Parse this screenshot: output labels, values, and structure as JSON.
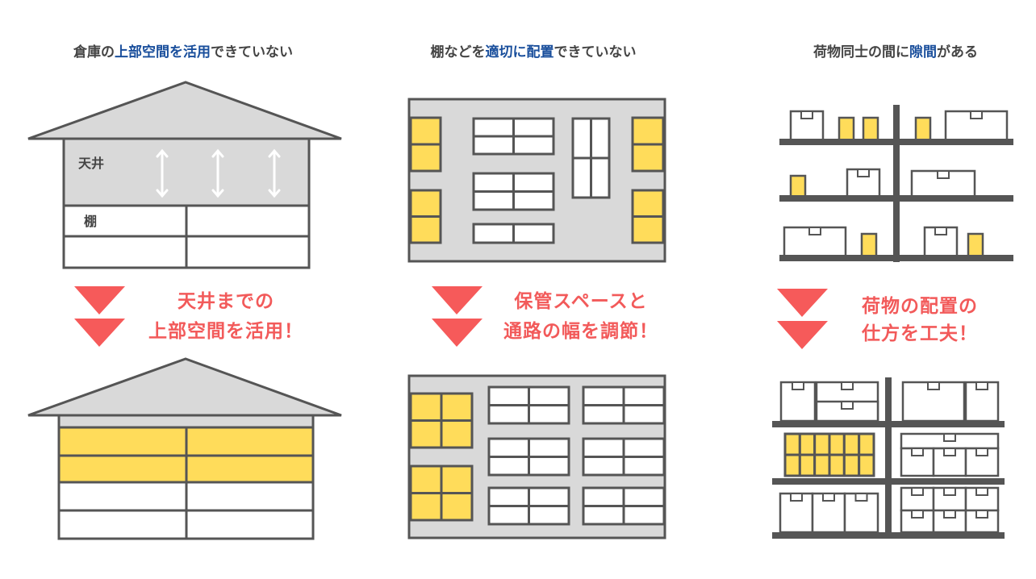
{
  "colors": {
    "dark": "#555555",
    "grey": "#d9d9d9",
    "yellow": "#ffdc5a",
    "red": "#f65a5a",
    "blue": "#1a4f9c"
  },
  "panels": [
    {
      "heading": [
        {
          "text": "倉庫の",
          "accent": false
        },
        {
          "text": "上部空間を活用",
          "accent": true
        },
        {
          "text": "できていない",
          "accent": false
        }
      ],
      "labels": {
        "ceiling": "天井",
        "shelf": "棚"
      },
      "solution": [
        "天井までの",
        "上部空間を活用！"
      ]
    },
    {
      "heading": [
        {
          "text": "棚などを",
          "accent": false
        },
        {
          "text": "適切に配置",
          "accent": true
        },
        {
          "text": "できていない",
          "accent": false
        }
      ],
      "solution": [
        "保管スペースと",
        "通路の幅を調節！"
      ]
    },
    {
      "heading": [
        {
          "text": "荷物同士の間に",
          "accent": false
        },
        {
          "text": "隙間",
          "accent": true
        },
        {
          "text": "がある",
          "accent": false
        }
      ],
      "solution": [
        "荷物の配置の",
        "仕方を工夫！"
      ]
    }
  ]
}
